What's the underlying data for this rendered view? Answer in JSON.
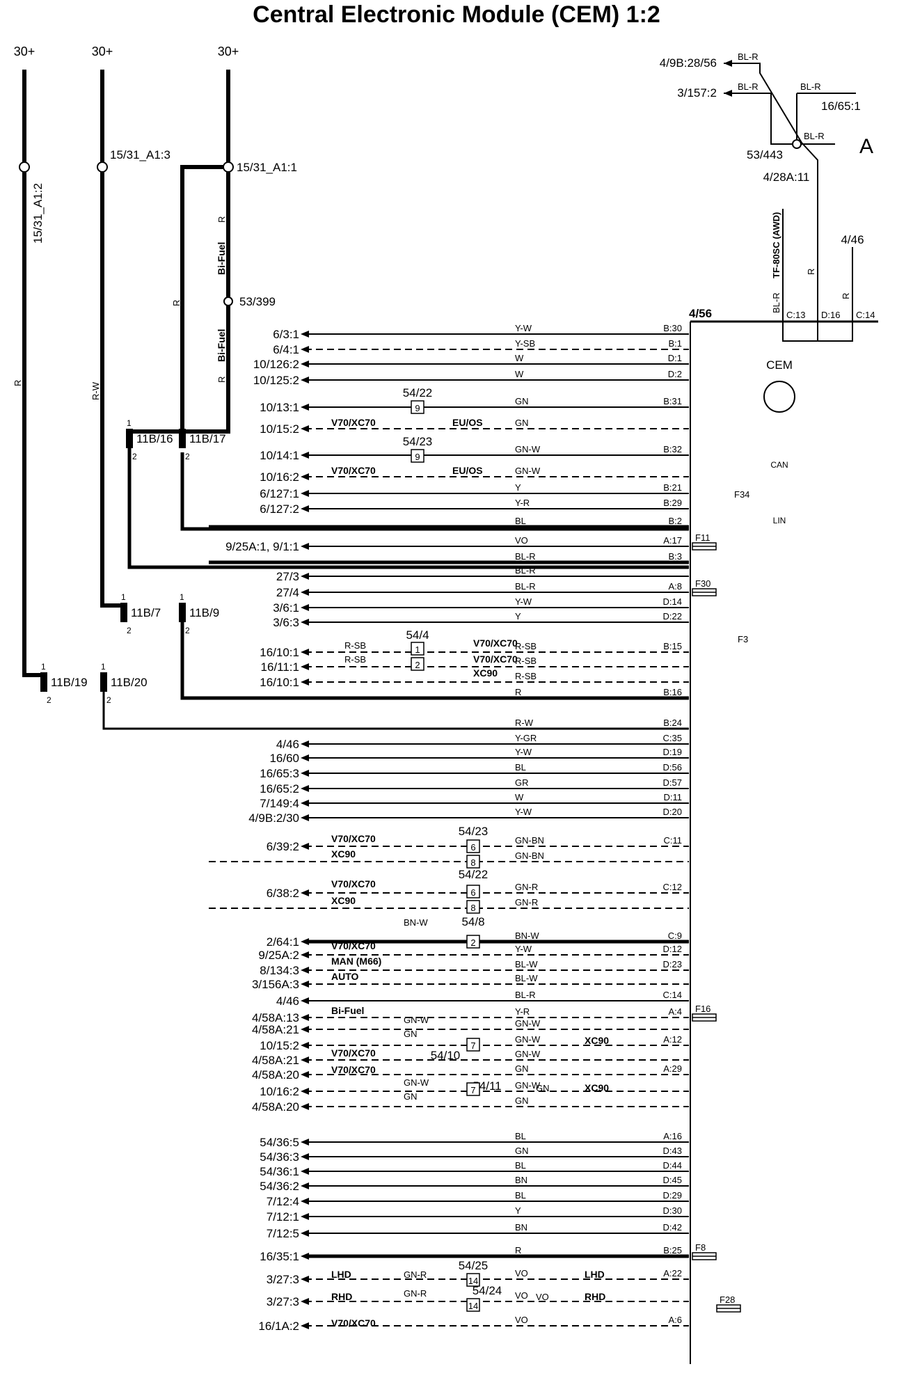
{
  "title": "Central Electronic Module (CEM) 1:2",
  "power": {
    "label": "30+"
  },
  "fuses": {
    "f1": "15/31_A1:2",
    "f2": "15/31_A1:3",
    "f3": "15/31_A1:1",
    "f34": "F34",
    "f11": "F11",
    "f30": "F30",
    "f3b": "F3",
    "f16": "F16",
    "f8": "F8",
    "f28": "F28"
  },
  "splices": {
    "s399": "53/399",
    "s443": "53/443"
  },
  "wires_left": {
    "w1": "R",
    "w2": "R-W",
    "w3": "R",
    "w3b": "R",
    "w3c": "R"
  },
  "option_bifuel": "Bi-Fuel",
  "connectors": {
    "c11b16": "11B/16",
    "c11b17": "11B/17",
    "c11b7": "11B/7",
    "c11b9": "11B/9",
    "c11b19": "11B/19",
    "c11b20": "11B/20",
    "pin1": "1",
    "pin2": "2"
  },
  "top_right": {
    "t1": "4/9B:28/56",
    "t2": "3/157:2",
    "t3": "16/65:1",
    "a_label": "A",
    "t4": "4/28A:11",
    "t5": "4/46",
    "wire_blr": "BL-R",
    "tf": "TF-80SC (AWD)",
    "pin_c13": "C:13",
    "pin_d16": "D:16",
    "pin_c14": "C:14"
  },
  "module": {
    "id": "4/56",
    "name": "CEM",
    "can": "CAN",
    "lin": "LIN"
  },
  "rows": [
    {
      "left": "6/3:1",
      "wire": "Y-W",
      "pin": "B:30"
    },
    {
      "left": "6/4:1",
      "wire": "Y-SB",
      "pin": "B:1"
    },
    {
      "left": "10/126:2",
      "wire": "W",
      "pin": "D:1"
    },
    {
      "left": "10/125:2",
      "wire": "W",
      "pin": "D:2"
    },
    {
      "left": "10/13:1",
      "wire": "GN",
      "pin": "B:31"
    },
    {
      "left": "10/15:2",
      "wire": "GN",
      "pin": ""
    },
    {
      "left": "10/14:1",
      "wire": "GN-W",
      "pin": "B:32"
    },
    {
      "left": "10/16:2",
      "wire": "GN-W",
      "pin": ""
    },
    {
      "left": "6/127:1",
      "wire": "Y",
      "pin": "B:21"
    },
    {
      "left": "6/127:2",
      "wire": "Y-R",
      "pin": "B:29"
    },
    {
      "left": "",
      "wire": "BL",
      "pin": "B:2"
    },
    {
      "left": "9/25A:1, 9/1:1",
      "wire": "VO",
      "pin": "A:17"
    },
    {
      "left": "",
      "wire": "BL-R",
      "pin": "B:3"
    },
    {
      "left": "27/3",
      "wire": "BL-R",
      "pin": ""
    },
    {
      "left": "27/4",
      "wire": "BL-R",
      "pin": "A:8"
    },
    {
      "left": "3/6:1",
      "wire": "Y-W",
      "pin": "D:14"
    },
    {
      "left": "3/6:3",
      "wire": "Y",
      "pin": "D:22"
    },
    {
      "left": "16/10:1",
      "wire": "R-SB",
      "pin": "B:15"
    },
    {
      "left": "16/11:1",
      "wire": "R-SB",
      "pin": ""
    },
    {
      "left": "16/10:1",
      "wire": "R-SB",
      "pin": ""
    },
    {
      "left": "",
      "wire": "R",
      "pin": "B:16"
    },
    {
      "left": "",
      "wire": "R-W",
      "pin": "B:24"
    },
    {
      "left": "4/46",
      "wire": "Y-GR",
      "pin": "C:35"
    },
    {
      "left": "16/60",
      "wire": "Y-W",
      "pin": "D:19"
    },
    {
      "left": "16/65:3",
      "wire": "BL",
      "pin": "D:56"
    },
    {
      "left": "16/65:2",
      "wire": "GR",
      "pin": "D:57"
    },
    {
      "left": "7/149:4",
      "wire": "W",
      "pin": "D:11"
    },
    {
      "left": "4/9B:2/30",
      "wire": "Y-W",
      "pin": "D:20"
    },
    {
      "left": "6/39:2",
      "wire": "GN-BN",
      "pin": "C:11"
    },
    {
      "left": "",
      "wire": "GN-BN",
      "pin": ""
    },
    {
      "left": "6/38:2",
      "wire": "GN-R",
      "pin": "C:12"
    },
    {
      "left": "",
      "wire": "GN-R",
      "pin": ""
    },
    {
      "left": "2/64:1",
      "wire": "BN-W",
      "pin": "C:9"
    },
    {
      "left": "9/25A:2",
      "wire": "Y-W",
      "pin": "D:12"
    },
    {
      "left": "8/134:3",
      "wire": "BL-W",
      "pin": "D:23"
    },
    {
      "left": "3/156A:3",
      "wire": "BL-W",
      "pin": ""
    },
    {
      "left": "4/46",
      "wire": "BL-R",
      "pin": "C:14"
    },
    {
      "left": "4/58A:13",
      "wire": "Y-R",
      "pin": "A:4"
    },
    {
      "left": "4/58A:21",
      "wire": "GN-W",
      "pin": ""
    },
    {
      "left": "10/15:2",
      "wire": "GN-W",
      "pin": "A:12"
    },
    {
      "left": "4/58A:21",
      "wire": "GN-W",
      "pin": ""
    },
    {
      "left": "4/58A:20",
      "wire": "GN",
      "pin": "A:29"
    },
    {
      "left": "10/16:2",
      "wire": "GN-W",
      "pin": ""
    },
    {
      "left": "4/58A:20",
      "wire": "GN",
      "pin": ""
    },
    {
      "left": "54/36:5",
      "wire": "BL",
      "pin": "A:16"
    },
    {
      "left": "54/36:3",
      "wire": "GN",
      "pin": "D:43"
    },
    {
      "left": "54/36:1",
      "wire": "BL",
      "pin": "D:44"
    },
    {
      "left": "54/36:2",
      "wire": "BN",
      "pin": "D:45"
    },
    {
      "left": "7/12:4",
      "wire": "BL",
      "pin": "D:29"
    },
    {
      "left": "7/12:1",
      "wire": "Y",
      "pin": "D:30"
    },
    {
      "left": "7/12:5",
      "wire": "BN",
      "pin": "D:42"
    },
    {
      "left": "16/35:1",
      "wire": "R",
      "pin": "B:25"
    },
    {
      "left": "3/27:3",
      "wire": "VO",
      "pin": "A:22"
    },
    {
      "left": "3/27:3",
      "wire": "VO",
      "pin": ""
    },
    {
      "left": "16/1A:2",
      "wire": "VO",
      "pin": "A:6"
    }
  ],
  "options": {
    "v70": "V70/XC70",
    "euos": "EU/OS",
    "xc90": "XC90",
    "man": "MAN (M66)",
    "auto": "AUTO",
    "lhd": "LHD",
    "rhd": "RHD"
  },
  "inline_wires": {
    "gn_r": "GN-R",
    "gn": "GN",
    "gn_w": "GN-W",
    "bn_w": "BN-W",
    "vo": "VO",
    "r_sb": "R-SB",
    "gn_w2": "GN-W"
  },
  "blocks": {
    "b5422": "54/22",
    "b5423": "54/23",
    "b544": "54/4",
    "b548": "54/8",
    "b5410": "54/10",
    "b5411": "54/11",
    "b5425": "54/25",
    "b5424": "54/24",
    "n9": "9",
    "n1": "1",
    "n2": "2",
    "n6": "6",
    "n8": "8",
    "n7": "7",
    "n14": "14"
  }
}
